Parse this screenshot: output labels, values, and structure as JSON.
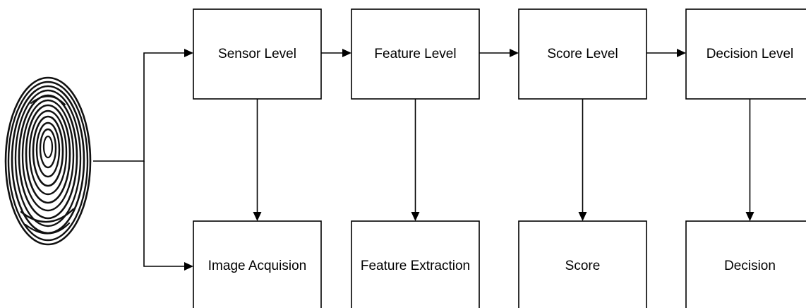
{
  "top_row": [
    {
      "id": "sensor",
      "label": "Sensor Level"
    },
    {
      "id": "feature",
      "label": "Feature Level"
    },
    {
      "id": "score",
      "label": "Score Level"
    },
    {
      "id": "decision",
      "label": "Decision Level"
    }
  ],
  "bottom_row": [
    {
      "id": "image",
      "label": "Image Acquision"
    },
    {
      "id": "extraction",
      "label": "Feature Extraction"
    },
    {
      "id": "score-out",
      "label": "Score"
    },
    {
      "id": "decision-out",
      "label": "Decision"
    }
  ],
  "edges": [
    {
      "from": "fingerprint",
      "to": "sensor"
    },
    {
      "from": "fingerprint",
      "to": "image"
    },
    {
      "from": "sensor",
      "to": "feature"
    },
    {
      "from": "feature",
      "to": "score"
    },
    {
      "from": "score",
      "to": "decision"
    },
    {
      "from": "sensor",
      "to": "image"
    },
    {
      "from": "feature",
      "to": "extraction"
    },
    {
      "from": "score",
      "to": "score-out"
    },
    {
      "from": "decision",
      "to": "decision-out"
    }
  ],
  "input_image": "fingerprint-icon",
  "colors": {
    "stroke": "#000000",
    "background": "#ffffff"
  }
}
